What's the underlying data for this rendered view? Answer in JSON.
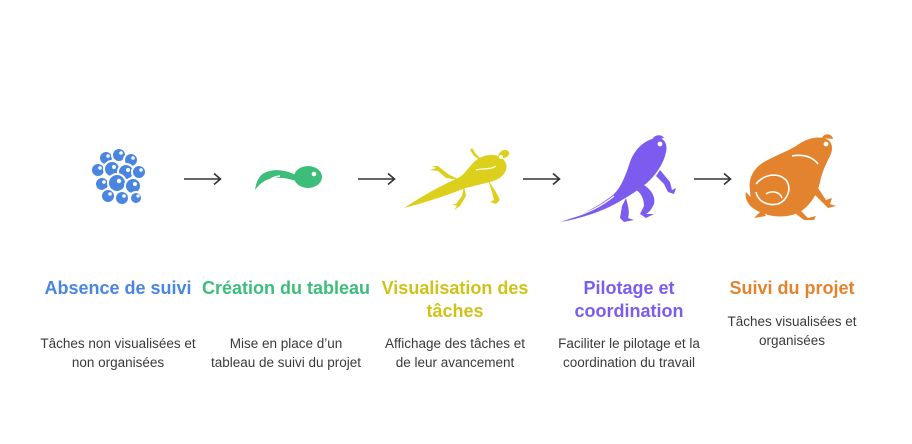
{
  "stages": [
    {
      "title": "Absence de suivi",
      "description": "Tâches non visualisées et non organisées",
      "color": "#4a86e0",
      "icon": "frog-eggs-icon"
    },
    {
      "title": "Création du tableau",
      "description": "Mise en place d’un tableau de suivi du projet",
      "color": "#3dbd7a",
      "icon": "tadpole-icon"
    },
    {
      "title": "Visualisation des tâches",
      "description": "Affichage des tâches et de leur avancement",
      "color": "#ddd01c",
      "icon": "froglet-icon"
    },
    {
      "title": "Pilotage et coordination",
      "description": "Faciliter le pilotage et la coordination du travail",
      "color": "#7b5cef",
      "icon": "young-frog-icon"
    },
    {
      "title": "Suivi du projet",
      "description": "Tâches visualisées et organisées",
      "color": "#e3832e",
      "icon": "adult-frog-icon"
    }
  ]
}
